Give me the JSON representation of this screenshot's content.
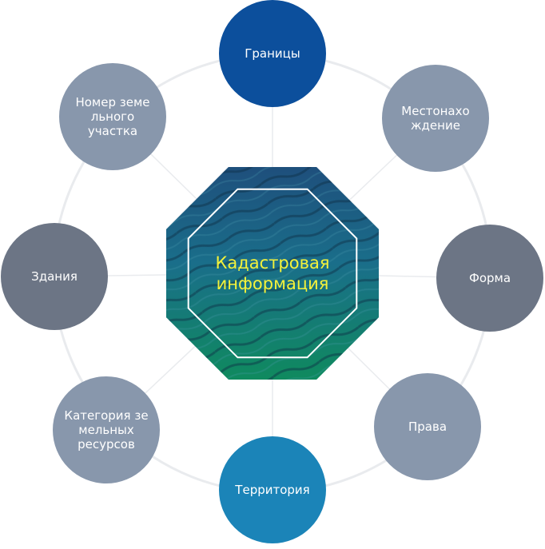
{
  "center": {
    "lines": [
      "Кадастровая",
      "информация"
    ],
    "text_color": "#f4f23a"
  },
  "nodes": [
    {
      "id": "boundaries",
      "lines": [
        "Границы"
      ],
      "color": "#0c4f9c"
    },
    {
      "id": "location",
      "lines": [
        "Местонахо",
        "ждение"
      ],
      "color": "#8897ac"
    },
    {
      "id": "shape",
      "lines": [
        "Форма"
      ],
      "color": "#6c7585"
    },
    {
      "id": "rights",
      "lines": [
        "Права"
      ],
      "color": "#8897ac"
    },
    {
      "id": "territory",
      "lines": [
        "Территория"
      ],
      "color": "#1b84b8"
    },
    {
      "id": "land-category",
      "lines": [
        "Категория зе",
        "мельных",
        "ресурсов"
      ],
      "color": "#8897ac"
    },
    {
      "id": "buildings",
      "lines": [
        "Здания"
      ],
      "color": "#6c7585"
    },
    {
      "id": "parcel-number",
      "lines": [
        "Номер земе",
        "льного",
        "участка"
      ],
      "color": "#8897ac"
    }
  ],
  "colors": {
    "ring": "#e9ebee",
    "spoke": "#e9ebee"
  }
}
